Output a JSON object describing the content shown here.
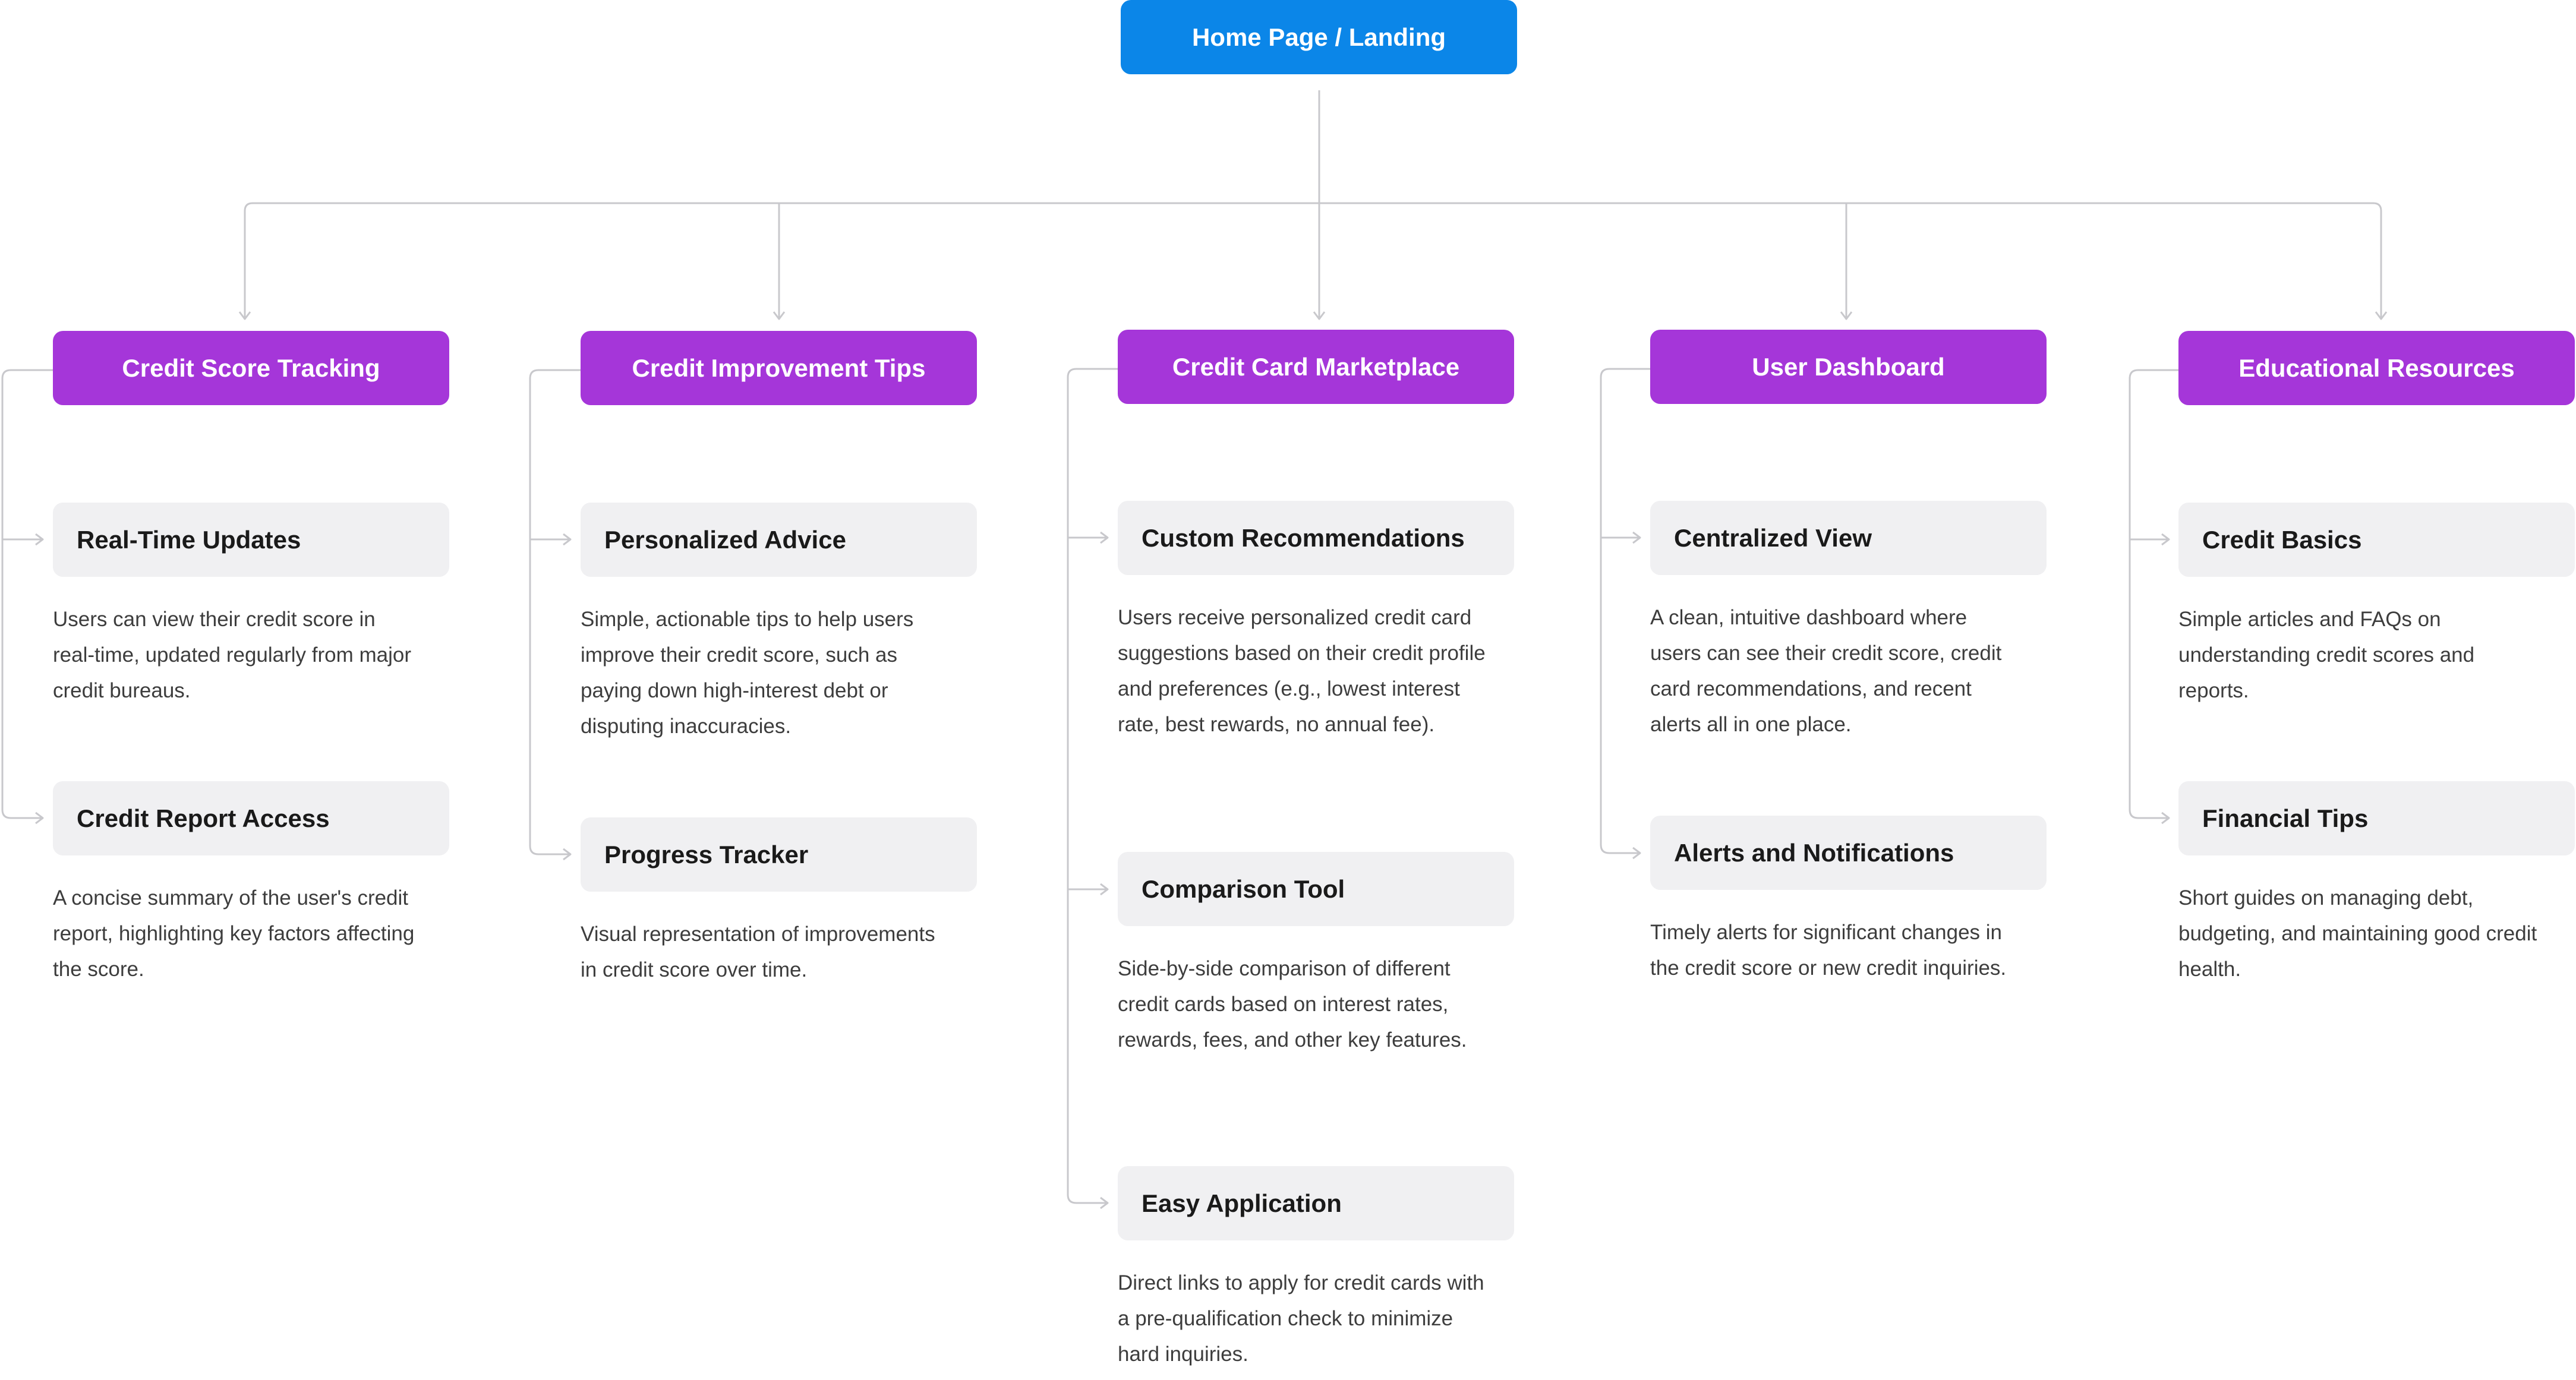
{
  "root": {
    "label": "Home Page / Landing"
  },
  "columns": [
    {
      "title": "Credit Score Tracking",
      "items": [
        {
          "title": "Real-Time Updates",
          "desc": "Users can view their credit score in real-time, updated regularly from major credit bureaus."
        },
        {
          "title": "Credit Report Access",
          "desc": "A concise summary of the user's credit report, highlighting key factors affecting the score."
        }
      ]
    },
    {
      "title": "Credit Improvement Tips",
      "items": [
        {
          "title": "Personalized Advice",
          "desc": "Simple, actionable tips to help users improve their credit score, such as paying down high-interest debt or disputing inaccuracies."
        },
        {
          "title": "Progress Tracker",
          "desc": "Visual representation of improvements in credit score over time."
        }
      ]
    },
    {
      "title": "Credit Card Marketplace",
      "items": [
        {
          "title": "Custom Recommendations",
          "desc": "Users receive personalized credit card suggestions based on their credit profile and preferences (e.g., lowest interest rate, best rewards, no annual fee)."
        },
        {
          "title": "Comparison Tool",
          "desc": "Side-by-side comparison of different credit cards based on interest rates, rewards, fees, and other key features."
        },
        {
          "title": "Easy Application",
          "desc": "Direct links to apply for credit cards with a pre-qualification check to minimize hard inquiries."
        }
      ]
    },
    {
      "title": "User Dashboard",
      "items": [
        {
          "title": "Centralized View",
          "desc": "A clean, intuitive dashboard where users can see their credit score, credit card recommendations, and recent alerts all in one place."
        },
        {
          "title": "Alerts and Notifications",
          "desc": "Timely alerts for significant changes in the credit score or new credit inquiries."
        }
      ]
    },
    {
      "title": "Educational Resources",
      "items": [
        {
          "title": "Credit Basics",
          "desc": "Simple articles and FAQs on understanding credit scores and reports."
        },
        {
          "title": "Financial Tips",
          "desc": "Short guides on managing debt, budgeting, and maintaining good credit health."
        }
      ]
    }
  ],
  "colors": {
    "root": "#0b86e8",
    "category": "#a536d9",
    "item": "#f0f0f2",
    "connector": "#c8c8cc"
  }
}
